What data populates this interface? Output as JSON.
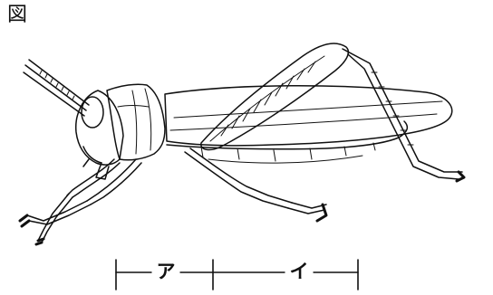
{
  "figure_label": "図",
  "segments": {
    "a": "ア",
    "i": "イ"
  },
  "colors": {
    "line": "#111111",
    "background": "#ffffff"
  }
}
